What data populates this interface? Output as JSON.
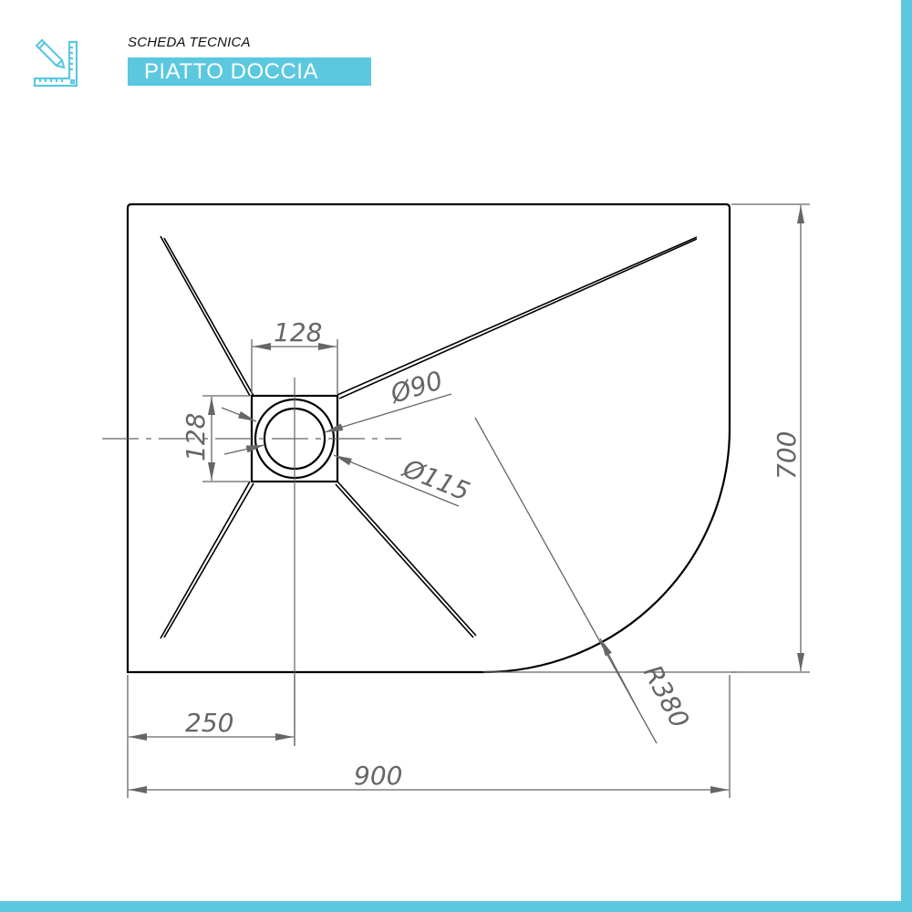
{
  "header": {
    "subtitle": "SCHEDA TECNICA",
    "title": "PIATTO DOCCIA",
    "icon": "ruler-pencil-icon"
  },
  "colors": {
    "accent": "#5bc8e0",
    "outline": "#000000",
    "dimension": "#666666"
  },
  "drawing": {
    "subject": "Shower tray technical drawing (top view)",
    "dimensions": {
      "width": "900",
      "height": "700",
      "drain_offset_from_left": "250",
      "drain_box_width": "128",
      "drain_box_height": "128",
      "inner_diameter": "Ø90",
      "outer_diameter": "Ø115",
      "corner_radius": "R380"
    }
  }
}
